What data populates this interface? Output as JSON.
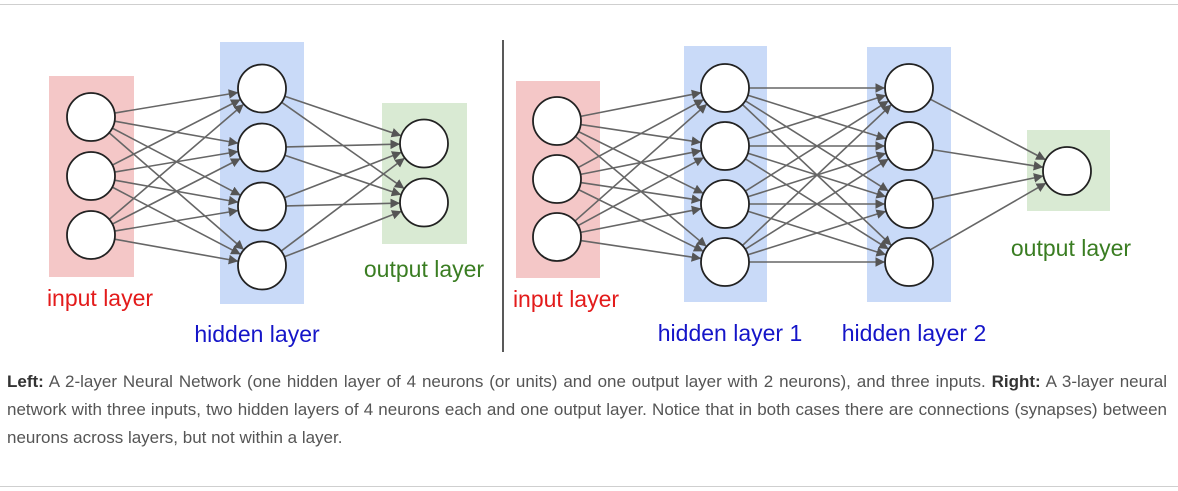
{
  "colors": {
    "input_band": "#f4c7c7",
    "hidden_band": "#c9daf8",
    "output_band": "#d9ead3",
    "input_label": "#e31b1b",
    "hidden_label": "#1515c8",
    "output_label": "#3a7d22",
    "edge": "#666666",
    "neuron_stroke": "#222222",
    "neuron_fill": "#ffffff",
    "caption_text": "#555555"
  },
  "diagrams": {
    "left": {
      "layers": [
        {
          "role": "input",
          "neurons": 3,
          "label": "input layer"
        },
        {
          "role": "hidden",
          "neurons": 4,
          "label": "hidden layer"
        },
        {
          "role": "output",
          "neurons": 2,
          "label": "output layer"
        }
      ]
    },
    "right": {
      "layers": [
        {
          "role": "input",
          "neurons": 3,
          "label": "input layer"
        },
        {
          "role": "hidden",
          "neurons": 4,
          "label": "hidden layer 1"
        },
        {
          "role": "hidden",
          "neurons": 4,
          "label": "hidden layer 2"
        },
        {
          "role": "output",
          "neurons": 1,
          "label": "output layer"
        }
      ]
    }
  },
  "caption": {
    "left_label": "Left:",
    "left_text": " A 2-layer Neural Network (one hidden layer of 4 neurons (or units) and one output layer with 2 neurons), and three inputs. ",
    "right_label": "Right:",
    "right_text": " A 3-layer neural network with three inputs, two hidden layers of 4 neurons each and one output layer. Notice that in both cases there are connections (synapses) between neurons across layers, but not within a layer."
  }
}
